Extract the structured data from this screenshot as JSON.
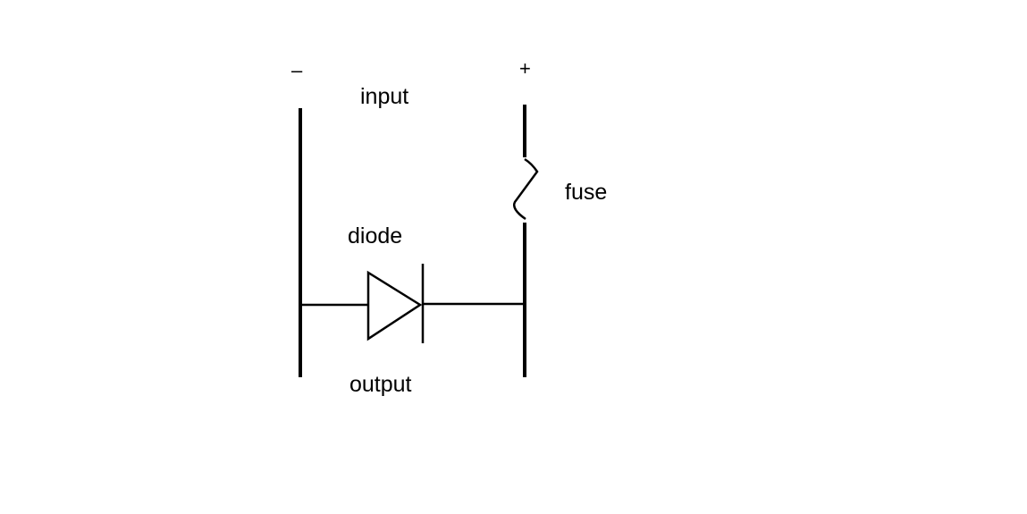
{
  "labels": {
    "negative_terminal": "–",
    "positive_terminal": "+",
    "input": "input",
    "fuse": "fuse",
    "diode": "diode",
    "output": "output"
  },
  "colors": {
    "background": "#ffffff",
    "ink": "#000000"
  }
}
